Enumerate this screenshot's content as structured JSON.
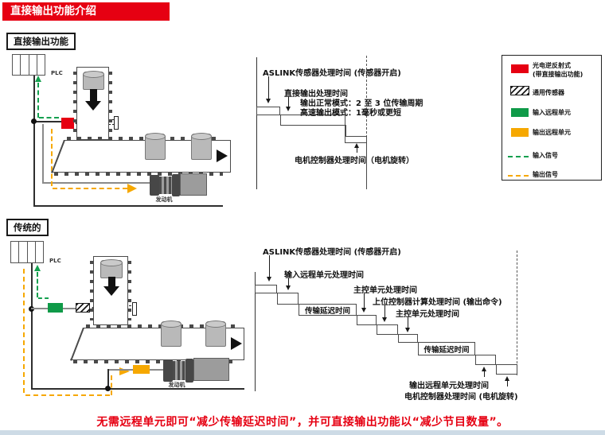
{
  "title": "直接输出功能介绍",
  "section_direct": {
    "label": "直接输出功能",
    "plc": "PLC",
    "motor": "发动机"
  },
  "section_traditional": {
    "label": "传统的",
    "plc": "PLC",
    "motor": "发动机"
  },
  "timing_direct": {
    "sensor": "ASLINK传感器处理时间 (传感器开启)",
    "direct_output": "直接输出处理时间",
    "normal_mode": "输出正常模式：2 至 3 位传输周期",
    "high_speed_mode": "高速输出模式：1毫秒或更短",
    "motor": "电机控制器处理时间（电机旋转）"
  },
  "timing_traditional": {
    "sensor": "ASLINK传感器处理时间 (传感器开启)",
    "input_remote": "输入远程单元处理时间",
    "master_unit_1": "主控单元处理时间",
    "host_calc": "上位控制器计算处理时间 (输出命令)",
    "master_unit_2": "主控单元处理时间",
    "transmission_delay_1": "传输延迟时间",
    "transmission_delay_2": "传输延迟时间",
    "output_remote": "输出远程单元处理时间",
    "motor": "电机控制器处理时间 (电机旋转)"
  },
  "legend": {
    "items": [
      {
        "label": "光电逆反射式",
        "label2": "(带直接输出功能)"
      },
      {
        "label": "通用传感器"
      },
      {
        "label": "输入远程单元"
      },
      {
        "label": "输出远程单元"
      },
      {
        "label": "输入信号"
      },
      {
        "label": "输出信号"
      }
    ]
  },
  "footer_note": "无需远程单元即可“减少传输延迟时间”，并可直接输出功能以“减少节目数量”。",
  "colors": {
    "accent_red": "#e60012",
    "green": "#0f9a48",
    "orange": "#f6a800"
  }
}
